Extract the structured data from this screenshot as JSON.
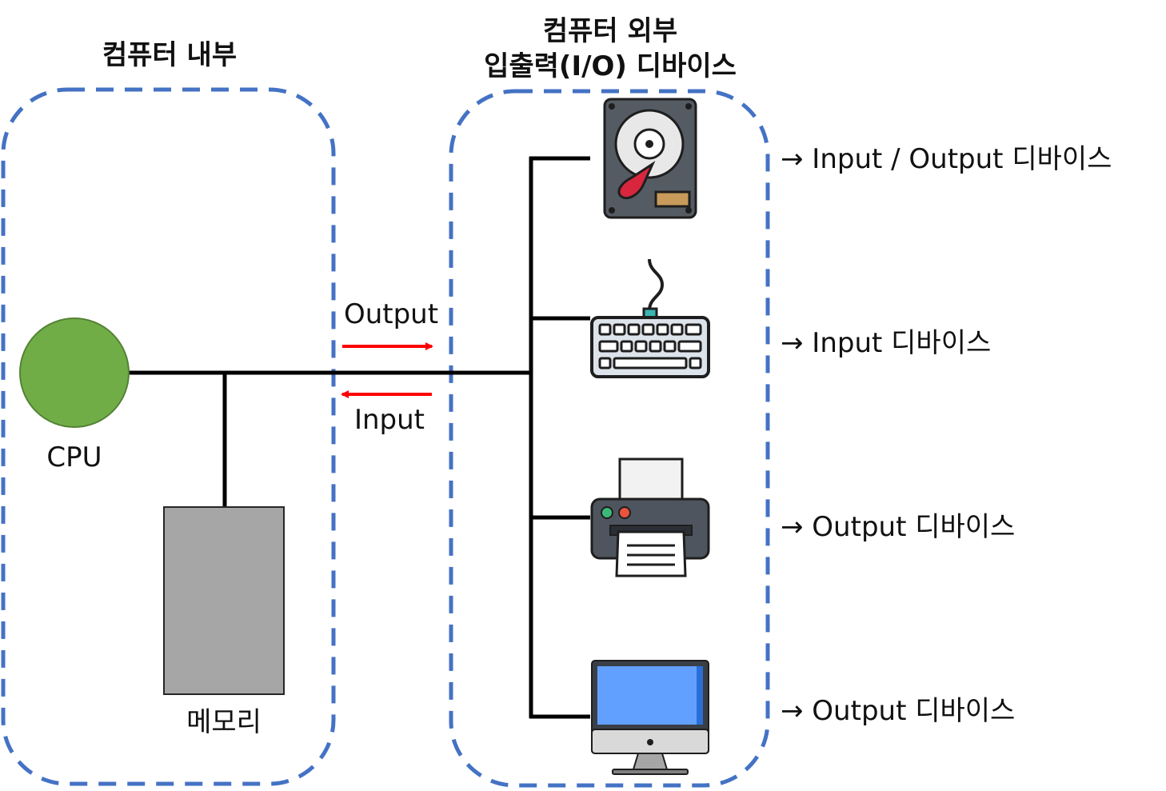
{
  "titles": {
    "inside": "컴퓨터 내부",
    "outside_line1": "컴퓨터 외부",
    "outside_line2": "입출력(I/O) 디바이스"
  },
  "components": {
    "cpu_label": "CPU",
    "memory_label": "메모리",
    "cpu_color": "#70ad47",
    "memory_color": "#a6a6a6"
  },
  "bus": {
    "output_label": "Output",
    "input_label": "Input",
    "arrow_color": "#ff0000"
  },
  "devices": [
    {
      "icon": "hard-disk-icon",
      "label": "→ Input / Output 디바이스"
    },
    {
      "icon": "keyboard-icon",
      "label": "→ Input 디바이스"
    },
    {
      "icon": "printer-icon",
      "label": "→ Output 디바이스"
    },
    {
      "icon": "monitor-icon",
      "label": "→ Output 디바이스"
    }
  ],
  "colors": {
    "boundary": "#4472c4",
    "line": "#000000"
  }
}
